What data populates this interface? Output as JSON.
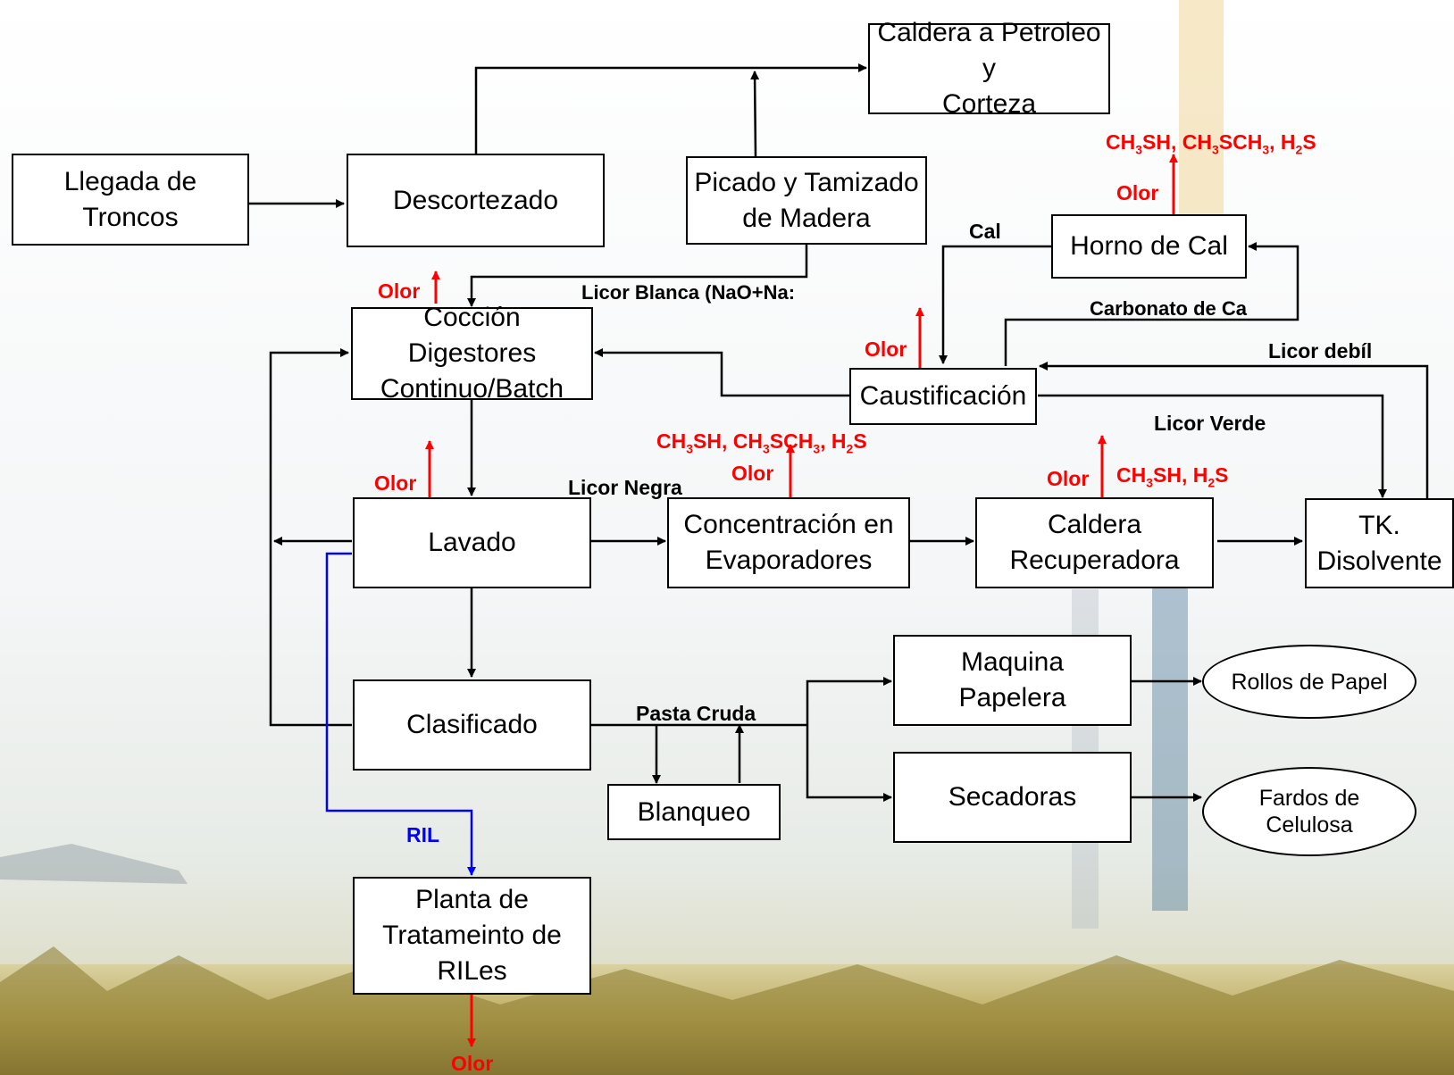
{
  "nodes": {
    "caldera_petroleo": "Caldera a Petroleo  y\nCorteza",
    "llegada": "Llegada de\nTroncos",
    "descortezado": "Descortezado",
    "picado": "Picado y Tamizado\nde Madera",
    "horno_cal": "Horno de Cal",
    "coccion": "Cocción  Digestores\nContinuo/Batch",
    "caustificacion": "Caustificación",
    "lavado": "Lavado",
    "concentracion": "Concentración  en\nEvaporadores",
    "caldera_recuperadora": "Caldera\nRecuperadora",
    "tk_disolvente": "TK.\nDisolvente",
    "clasificado": "Clasificado",
    "maquina_papelera": "Maquina\nPapelera",
    "secadoras": "Secadoras",
    "blanqueo": "Blanqueo",
    "planta_tratamiento": "Planta  de\nTratameinto  de\nRILes",
    "rollos_papel": "Rollos de Papel",
    "fardos_celulosa": "Fardos de\nCelulosa"
  },
  "labels": {
    "licor_blanca": "Licor Blanca (NaO+Na:",
    "cal": "Cal",
    "carbonato": "Carbonato de Ca",
    "licor_debil": "Licor debíl",
    "licor_verde": "Licor Verde",
    "licor_negra": "Licor Negra",
    "pasta_cruda": "Pasta Cruda",
    "ril": "RIL",
    "olor": "Olor"
  },
  "emissions": {
    "horno": [
      "CH",
      "3",
      "SH, CH",
      "3",
      "SCH",
      "3",
      ", H",
      "2",
      "S"
    ],
    "concentracion": [
      "CH",
      "3",
      "SH, CH",
      "3",
      "SCH",
      "3",
      ", H",
      "2",
      "S"
    ],
    "caldera": [
      "CH",
      "3",
      "SH, H",
      "2",
      "S"
    ]
  },
  "colors": {
    "line": "#000000",
    "emission": "#ff0000",
    "effluent": "#0000ff"
  }
}
